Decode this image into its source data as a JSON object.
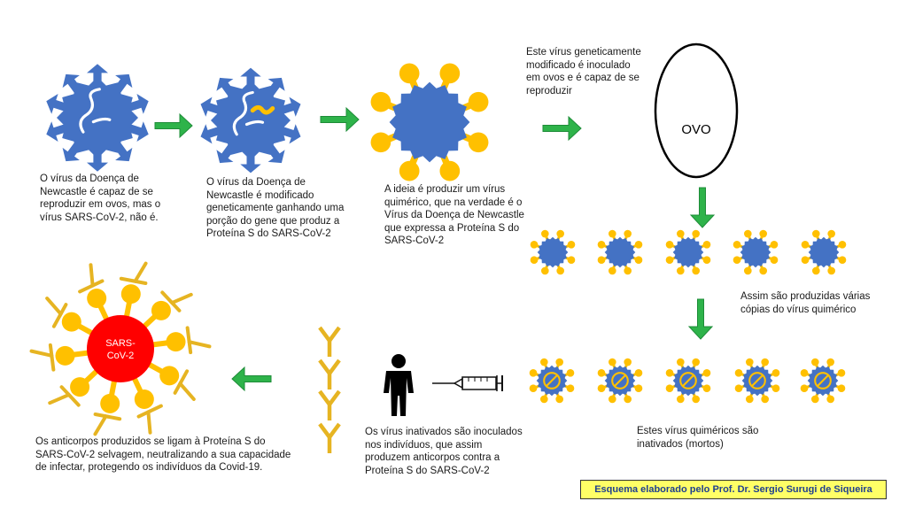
{
  "captions": {
    "step1": "O vírus da Doença de Newcastle é capaz de se reproduzir em ovos, mas o vírus SARS-CoV-2, não é.",
    "step2": "O vírus da Doença de Newcastle é modificado geneticamente ganhando uma porção do gene que produz a Proteína S do SARS-CoV-2",
    "step3": "A ideia é produzir um vírus quimérico, que na verdade é o Vírus da Doença de Newcastle que expressa a Proteína S do SARS-CoV-2",
    "step4": "Este vírus geneticamente modificado é inoculado em ovos e é capaz de se reproduzir",
    "copies": "Assim são produzidas várias cópias do vírus quimérico",
    "inactivated": "Estes vírus quiméricos são inativados (mortos)",
    "inoculated": "Os vírus inativados são inoculados nos indivíduos, que assim produzem anticorpos contra a Proteína S do SARS-CoV-2",
    "antibodies": "Os anticorpos produzidos se ligam à Proteína S do SARS-CoV-2 selvagem, neutralizando a sua capacidade de infectar, protegendo os indivíduos da Covid-19."
  },
  "labels": {
    "egg": "OVO",
    "sars_line1": "SARS-",
    "sars_line2": "CoV-2"
  },
  "credit": "Esquema elaborado pelo Prof. Dr. Sergio Surugi de Siqueira",
  "colors": {
    "virus_body": "#4472c4",
    "spike": "#ffc000",
    "antibody": "#e6b422",
    "arrow": "#2eb34a",
    "sars_core": "#ff0000",
    "credit_bg": "#ffff66",
    "credit_text": "#1f3f8f"
  }
}
